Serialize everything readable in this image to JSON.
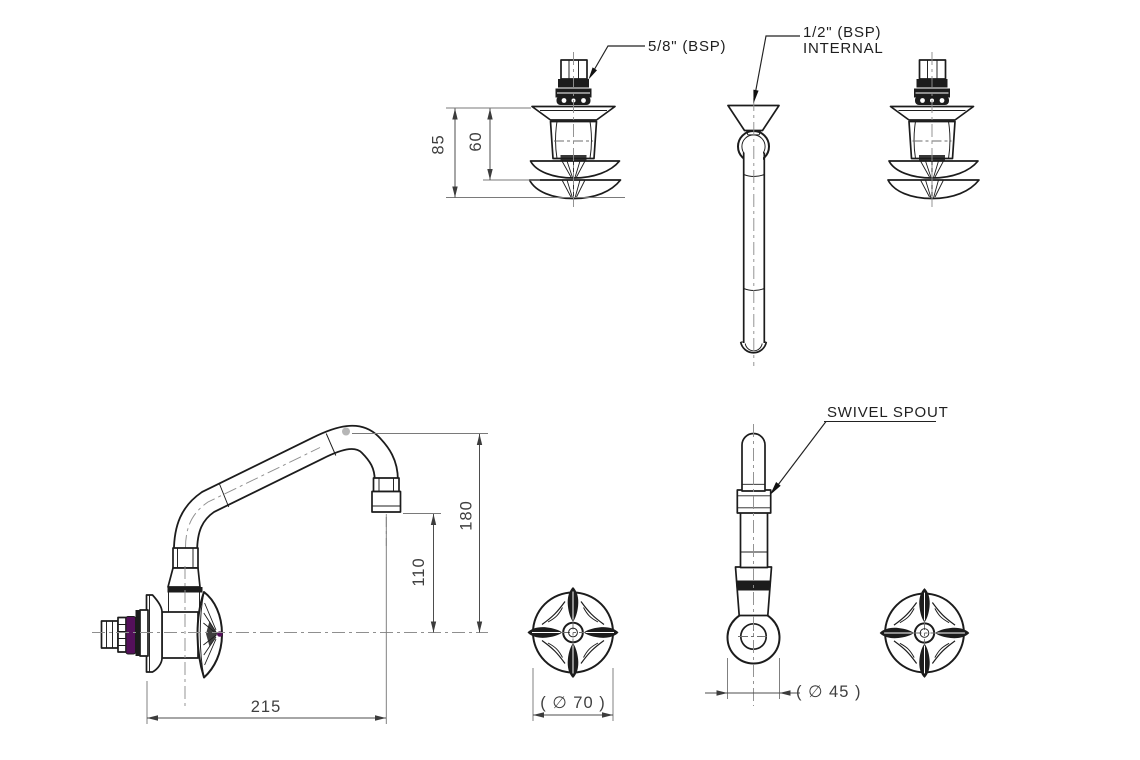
{
  "drawing": {
    "labels": {
      "spout_thread": "5/8\" (BSP)",
      "inlet_thread_line1": "1/2\" (BSP)",
      "inlet_thread_line2": "INTERNAL",
      "swivel_spout": "SWIVEL SPOUT"
    },
    "dimensions": {
      "body_height_total": "85",
      "body_height_upper": "60",
      "spout_height": "180",
      "outlet_clearance": "110",
      "spout_reach": "215",
      "handle_diameter": "( ∅ 70 )",
      "base_diameter": "( ∅ 45 )"
    },
    "colors": {
      "line": "#1c1c1c",
      "dimension": "#4d4d4d",
      "seal_purple": "#54105a",
      "marker_gray": "#b6b6b6",
      "background": "#ffffff"
    }
  }
}
